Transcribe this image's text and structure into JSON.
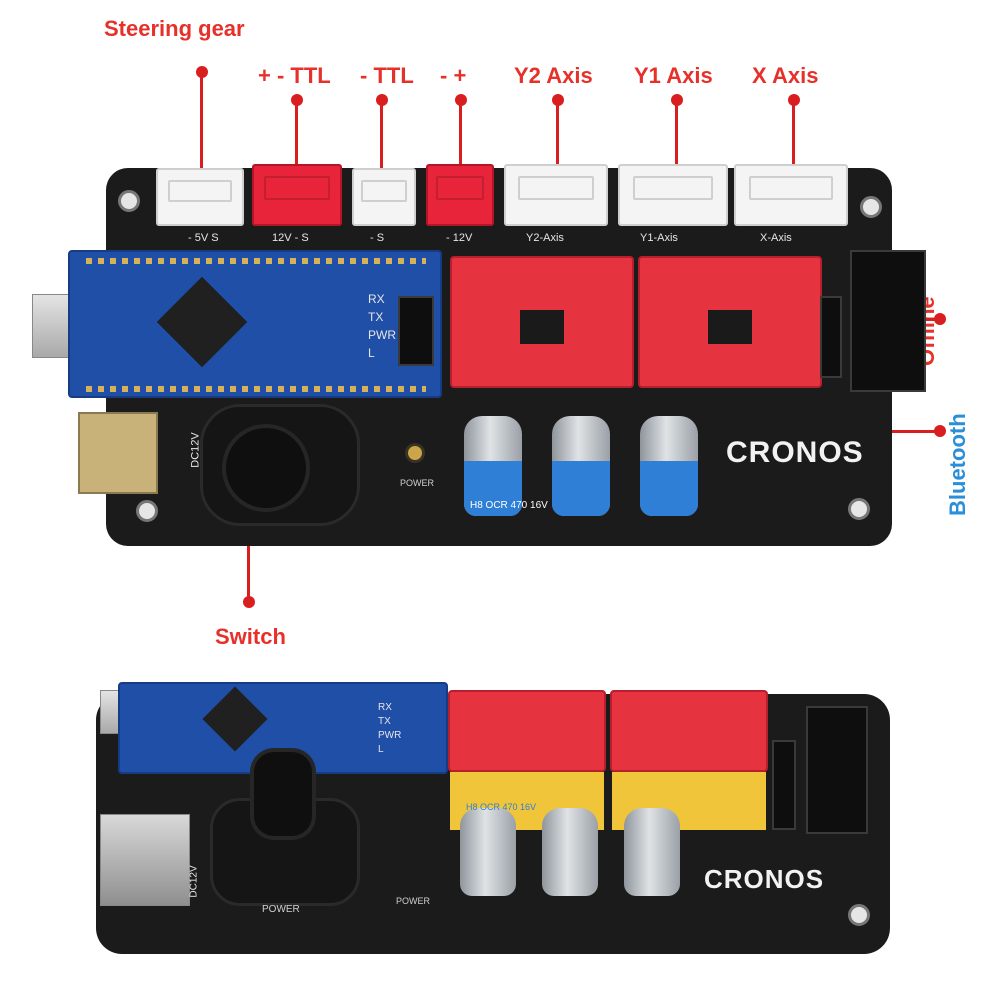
{
  "callouts": {
    "steering_gear": "Steering gear",
    "ttl_pm": "+ - TTL",
    "ttl_m": "- TTL",
    "minus_plus": "- +",
    "y2_axis": "Y2 Axis",
    "y1_axis": "Y1 Axis",
    "x_axis": "X Axis",
    "offline": "Offline",
    "bluetooth": "Bluetooth",
    "switch": "Switch"
  },
  "board_top": {
    "silk_5v_s": "- 5V S",
    "silk_12v_s": "12V - S",
    "silk_minus_s": "- S",
    "silk_12v": "- 12V",
    "silk_y2": "Y2-Axis",
    "silk_y1": "Y1-Axis",
    "silk_x": "X-Axis",
    "dc12v": "DC12V",
    "power": "POWER",
    "nano_rx": "RX",
    "nano_tx": "TX",
    "nano_pwr": "PWR",
    "nano_l": "L",
    "cap_label": "H8 OCR 470 16V",
    "brand": "CRONOS"
  },
  "board_bottom": {
    "power_switch": "POWER",
    "power": "POWER",
    "dc12v": "DC12V",
    "nano_rx": "RX",
    "nano_tx": "TX",
    "nano_pwr": "PWR",
    "nano_l": "L",
    "cap_label": "H8 OCR 470 16V",
    "brand": "CRONOS"
  },
  "colors": {
    "callout_red": "#e8302a",
    "callout_blue": "#2a8fd8",
    "board": "#1b1b1b",
    "nano_blue": "#1f4fa6",
    "driver_red": "#e5333f"
  }
}
